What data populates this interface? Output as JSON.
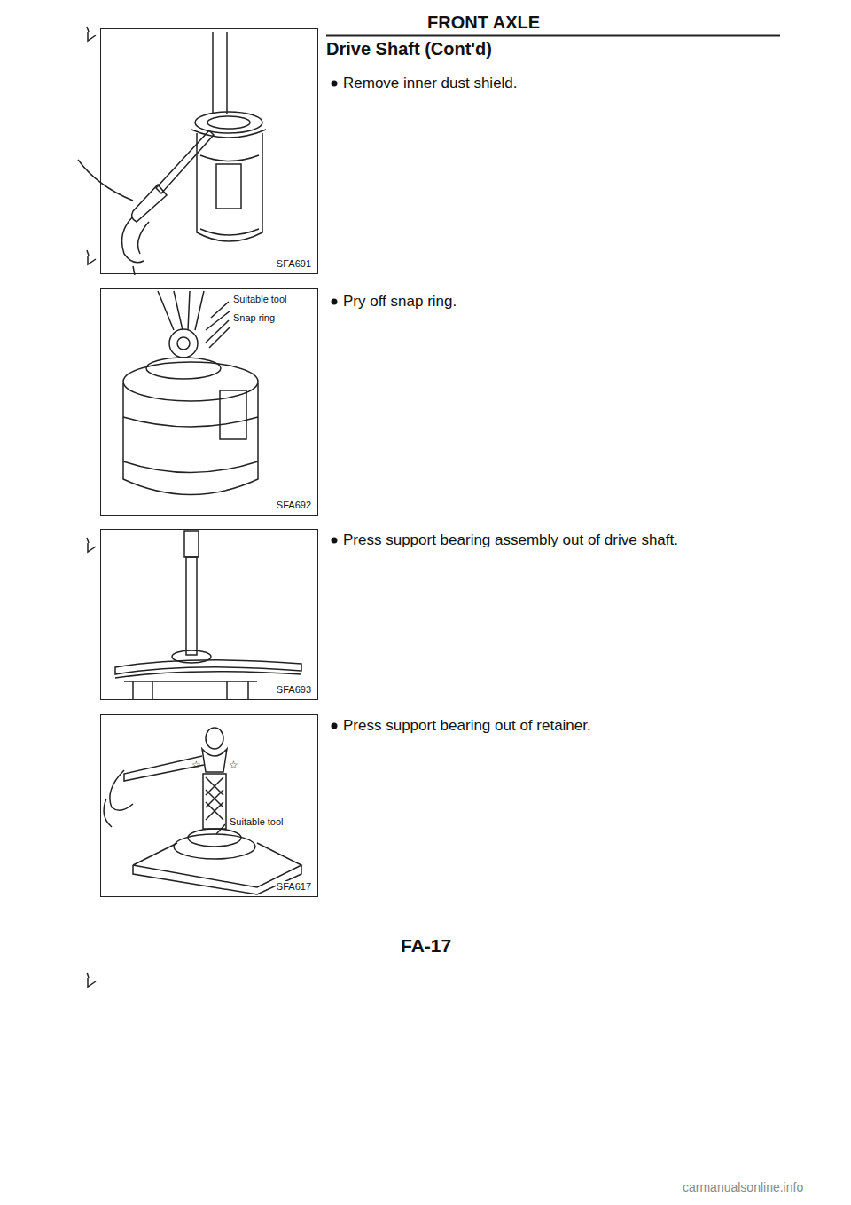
{
  "diagram": {
    "title": "FRONT AXLE",
    "nodes": [
      {
        "text": [
          "SFA691"
        ]
      },
      {
        "text": [
          "Suitable tool",
          "Snap ring",
          "SFA692"
        ]
      },
      {
        "text": [
          "SFA693"
        ]
      },
      {
        "text": [
          "Suitable tool",
          "SFA617"
        ]
      }
    ],
    "edges": [],
    "labels": [
      "Drive Shaft (Cont'd)",
      "Remove inner dust shield.",
      "Pry off snap ring.",
      "Press support bearing assembly out of drive shaft.",
      "Press support bearing out of retainer.",
      "FA-17",
      "carmanualsonline.info"
    ]
  }
}
